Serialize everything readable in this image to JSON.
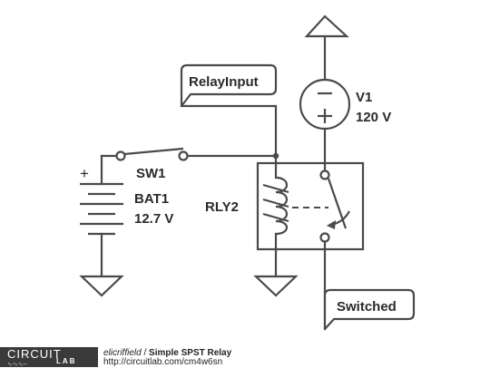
{
  "components": {
    "battery": {
      "ref": "BAT1",
      "value": "12.7 V",
      "polarity": "+"
    },
    "switch": {
      "ref": "SW1"
    },
    "relay": {
      "ref": "RLY2"
    },
    "source": {
      "ref": "V1",
      "value": "120 V",
      "minus": "−",
      "plus": "+"
    }
  },
  "net_labels": {
    "relay_input": "RelayInput",
    "switched": "Switched"
  },
  "footer": {
    "logo_top": "CIRCUIT",
    "logo_bottom": "LAB",
    "author": "elicriffield",
    "separator": " / ",
    "title": "Simple SPST Relay",
    "url": "http://circuitlab.com/cm4w6sn"
  }
}
